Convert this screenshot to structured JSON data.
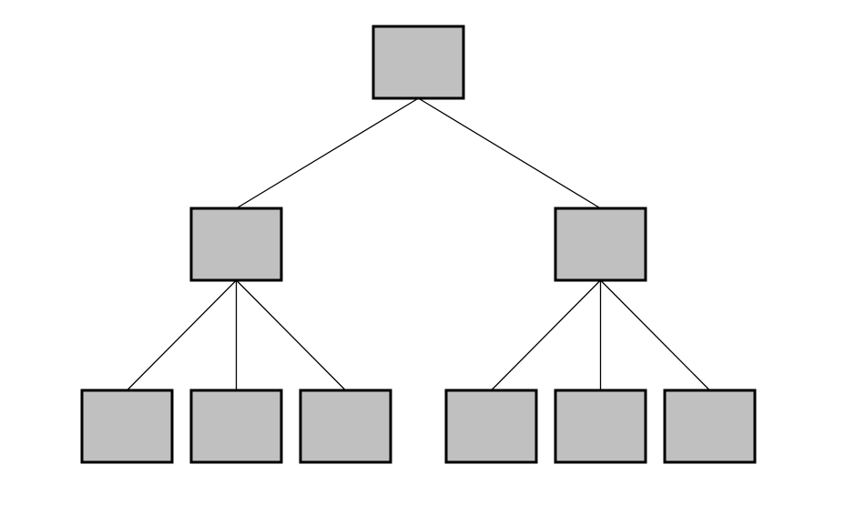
{
  "diagram": {
    "type": "tree",
    "nodes": [
      {
        "id": "root",
        "level": 0,
        "label": ""
      },
      {
        "id": "left",
        "level": 1,
        "parent": "root",
        "label": ""
      },
      {
        "id": "right",
        "level": 1,
        "parent": "root",
        "label": ""
      },
      {
        "id": "left-1",
        "level": 2,
        "parent": "left",
        "label": ""
      },
      {
        "id": "left-2",
        "level": 2,
        "parent": "left",
        "label": ""
      },
      {
        "id": "left-3",
        "level": 2,
        "parent": "left",
        "label": ""
      },
      {
        "id": "right-1",
        "level": 2,
        "parent": "right",
        "label": ""
      },
      {
        "id": "right-2",
        "level": 2,
        "parent": "right",
        "label": ""
      },
      {
        "id": "right-3",
        "level": 2,
        "parent": "right",
        "label": ""
      }
    ]
  },
  "colors": {
    "node_fill": "#c0c0c0",
    "node_border": "#000000",
    "edge": "#000000",
    "background": "#ffffff"
  }
}
